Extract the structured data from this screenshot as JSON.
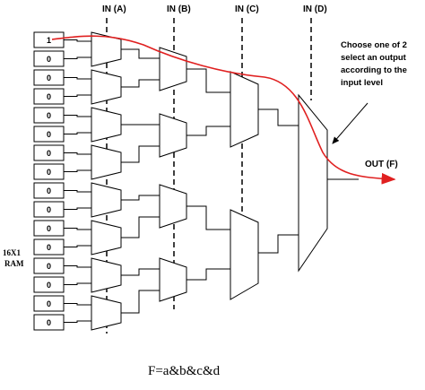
{
  "inputs": [
    "IN (A)",
    "IN (B)",
    "IN (C)",
    "IN (D)"
  ],
  "ram_cells": [
    "1",
    "0",
    "0",
    "0",
    "0",
    "0",
    "0",
    "0",
    "0",
    "0",
    "0",
    "0",
    "0",
    "0",
    "0",
    "0"
  ],
  "ram_label": [
    "16X1",
    "RAM"
  ],
  "annotation": [
    "Choose one of 2",
    "select an output",
    "according to the",
    "input level"
  ],
  "output_label": "OUT (F)",
  "formula": "F=a&b&c&d",
  "colors": {
    "path": "#e02020",
    "line": "#000000"
  }
}
